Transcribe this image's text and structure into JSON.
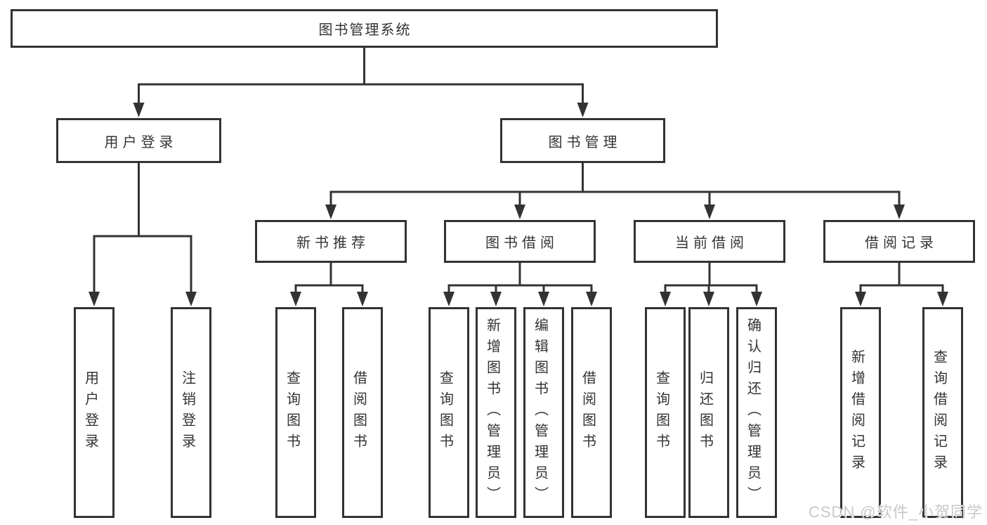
{
  "tree": {
    "root": "图书管理系统",
    "login": {
      "label": "用户登录",
      "children": [
        "用户登录",
        "注销登录"
      ]
    },
    "manage": {
      "label": "图书管理",
      "sections": [
        {
          "label": "新书推荐",
          "children": [
            "查询图书",
            "借阅图书"
          ]
        },
        {
          "label": "图书借阅",
          "children": [
            "查询图书",
            "新增图书（管理员）",
            "编辑图书（管理员）",
            "借阅图书"
          ]
        },
        {
          "label": "当前借阅",
          "children": [
            "查询图书",
            "归还图书",
            "确认归还（管理员）"
          ]
        },
        {
          "label": "借阅记录",
          "children": [
            "新增借阅记录",
            "查询借阅记录"
          ]
        }
      ]
    }
  },
  "watermark": {
    "text": "CSDN @软件_小贺同学"
  },
  "colors": {
    "line": "#333333",
    "text": "#333333",
    "watermark": "#c8c8c8",
    "background": "#ffffff"
  }
}
